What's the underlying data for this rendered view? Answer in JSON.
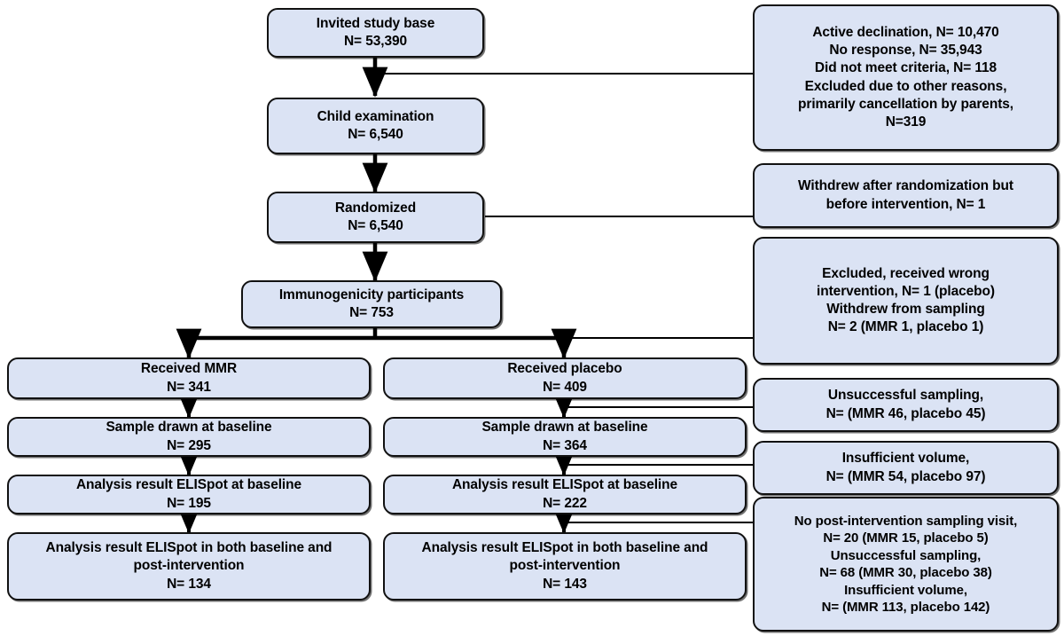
{
  "figure": {
    "type": "flowchart",
    "kind": "CONSORT participant flow diagram",
    "box_fill": "#dbe3f4",
    "box_stroke": "#111111",
    "arrow_color": "#000000"
  },
  "main_flow": {
    "invited": {
      "line1": "Invited study base",
      "line2": "N= 53,390"
    },
    "child_exam": {
      "line1": "Child examination",
      "line2": "N= 6,540"
    },
    "randomized": {
      "line1": "Randomized",
      "line2": "N= 6,540"
    },
    "immunogenicity": {
      "line1": "Immunogenicity participants",
      "line2": "N= 753"
    }
  },
  "arms": {
    "mmr": {
      "received": {
        "line1": "Received MMR",
        "line2": "N= 341"
      },
      "sample_drawn": {
        "line1": "Sample drawn at baseline",
        "line2": "N= 295"
      },
      "elispot_baseline": {
        "line1": "Analysis result ELISpot at baseline",
        "line2": "N= 195"
      },
      "elispot_both": {
        "line1": "Analysis result ELISpot in both baseline and",
        "line2": "post-intervention",
        "line3": "N= 134"
      }
    },
    "placebo": {
      "received": {
        "line1": "Received placebo",
        "line2": "N= 409"
      },
      "sample_drawn": {
        "line1": "Sample drawn at baseline",
        "line2": "N= 364"
      },
      "elispot_baseline": {
        "line1": "Analysis result ELISpot at baseline",
        "line2": "N= 222"
      },
      "elispot_both": {
        "line1": "Analysis result ELISpot in both baseline and",
        "line2": "post-intervention",
        "line3": "N= 143"
      }
    }
  },
  "exclusions": {
    "screening": {
      "line1": "Active declination, N= 10,470",
      "line2": "No response, N= 35,943",
      "line3": "Did not meet criteria, N= 118",
      "line4": "Excluded due to other reasons,",
      "line5": "primarily cancellation by parents,",
      "line6": "N=319"
    },
    "post_randomization": {
      "line1": "Withdrew after randomization but",
      "line2": "before intervention, N= 1"
    },
    "wrong_intervention": {
      "line1": "Excluded, received wrong",
      "line2": "intervention, N= 1 (placebo)",
      "line3": "Withdrew from sampling",
      "line4": "N= 2 (MMR 1, placebo 1)"
    },
    "unsuccessful_sampling": {
      "line1": "Unsuccessful sampling,",
      "line2": "N=  (MMR 46, placebo 45)"
    },
    "insufficient_volume": {
      "line1": "Insufficient volume,",
      "line2": "N=  (MMR 54, placebo 97)"
    },
    "post_intervention_losses": {
      "line1": "No post-intervention sampling visit,",
      "line2": "N= 20 (MMR 15, placebo 5)",
      "line3": "Unsuccessful sampling,",
      "line4": "N= 68 (MMR 30, placebo 38)",
      "line5": "Insufficient volume,",
      "line6": "N= (MMR 113, placebo 142)"
    }
  }
}
